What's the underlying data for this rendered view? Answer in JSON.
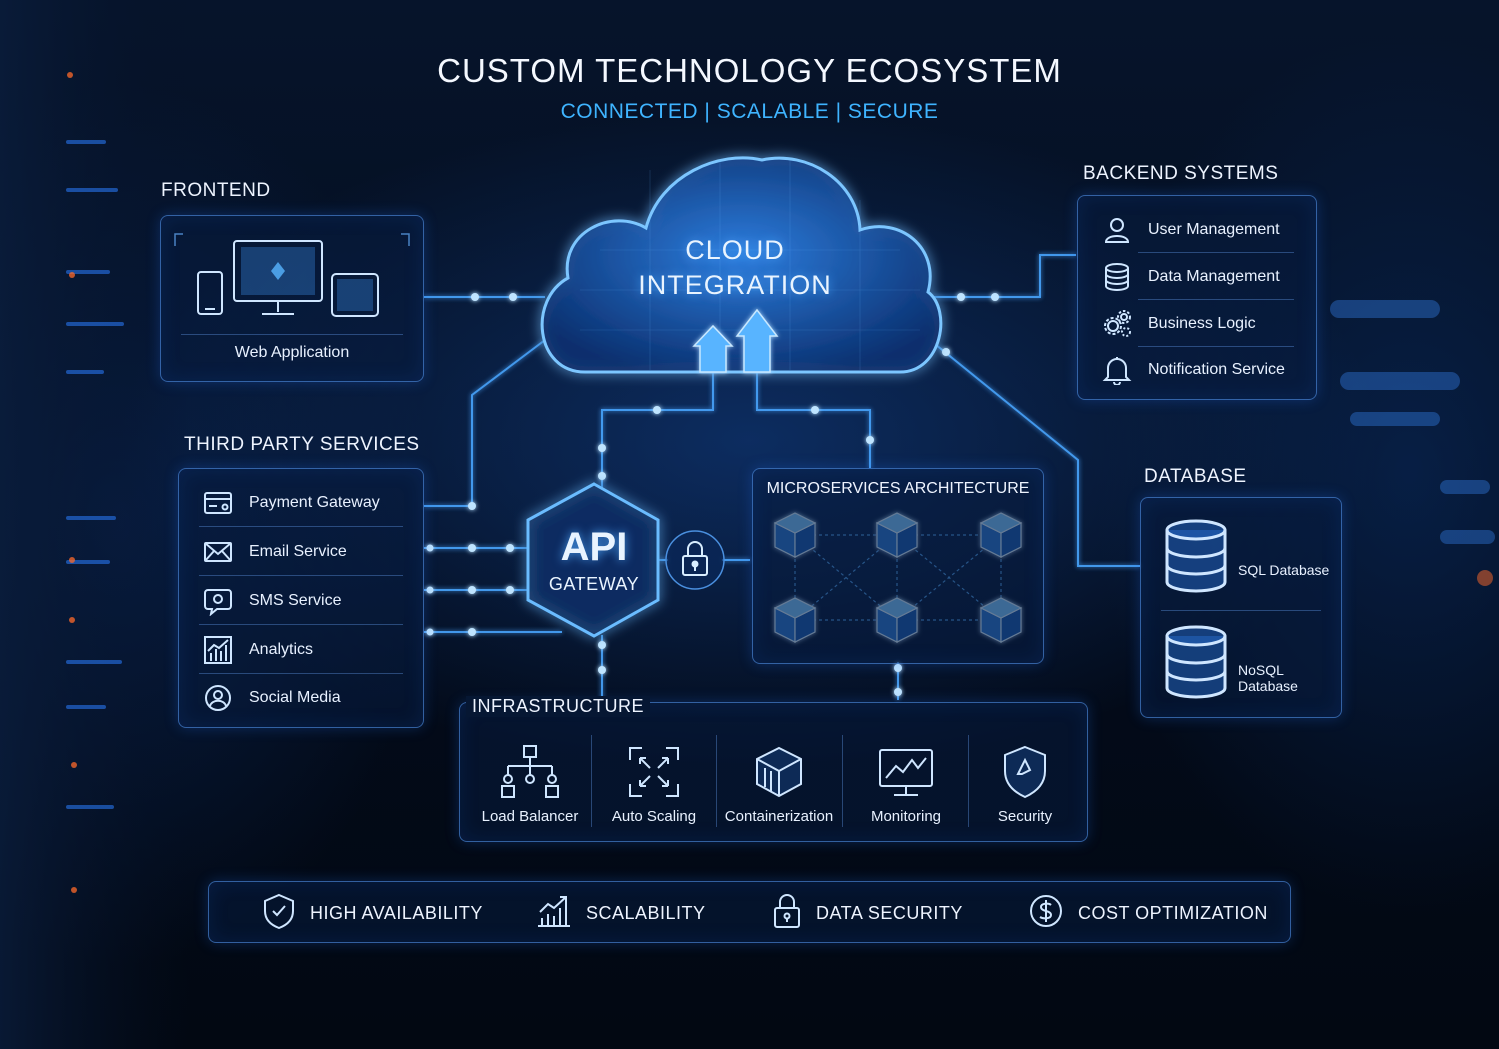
{
  "header": {
    "title": "CUSTOM TECHNOLOGY ECOSYSTEM",
    "subtitle": "CONNECTED | SCALABLE | SECURE"
  },
  "colors": {
    "accent": "#3fb4ff",
    "panel_border": "#5aa0ff",
    "background": "#030a18",
    "node_glow": "#8fd0ff"
  },
  "frontend": {
    "heading": "FRONTEND",
    "label": "Web Application",
    "icons": [
      "phone-icon",
      "monitor-icon",
      "tablet-icon"
    ]
  },
  "cloud": {
    "line1": "CLOUD",
    "line2": "INTEGRATION",
    "icon": "upload-arrows-icon"
  },
  "backend": {
    "heading": "BACKEND SYSTEMS",
    "items": [
      {
        "label": "User Management",
        "icon": "user-icon"
      },
      {
        "label": "Data Management",
        "icon": "database-icon"
      },
      {
        "label": "Business Logic",
        "icon": "gears-icon"
      },
      {
        "label": "Notification Service",
        "icon": "bell-icon"
      }
    ]
  },
  "third_party": {
    "heading": "THIRD PARTY SERVICES",
    "items": [
      {
        "label": "Payment Gateway",
        "icon": "payment-card-icon"
      },
      {
        "label": "Email Service",
        "icon": "envelope-icon"
      },
      {
        "label": "SMS Service",
        "icon": "chat-bubble-icon"
      },
      {
        "label": "Analytics",
        "icon": "bar-chart-icon"
      },
      {
        "label": "Social Media",
        "icon": "social-icon"
      }
    ]
  },
  "api_gateway": {
    "line1": "API",
    "line2": "GATEWAY",
    "icon": "padlock-icon"
  },
  "microservices": {
    "heading": "MICROSERVICES ARCHITECTURE",
    "node_icon": "cube-icon"
  },
  "database": {
    "heading": "DATABASE",
    "items": [
      {
        "label": "SQL Database",
        "icon": "database-stack-icon"
      },
      {
        "label": "NoSQL Database",
        "icon": "database-stack-icon"
      }
    ]
  },
  "infrastructure": {
    "heading": "INFRASTRUCTURE",
    "items": [
      {
        "label": "Load Balancer",
        "icon": "network-tree-icon"
      },
      {
        "label": "Auto Scaling",
        "icon": "expand-arrows-icon"
      },
      {
        "label": "Containerization",
        "icon": "container-box-icon"
      },
      {
        "label": "Monitoring",
        "icon": "monitor-chart-icon"
      },
      {
        "label": "Security",
        "icon": "shield-icon"
      }
    ]
  },
  "features": [
    {
      "label": "HIGH AVAILABILITY",
      "icon": "shield-check-icon"
    },
    {
      "label": "SCALABILITY",
      "icon": "growth-chart-icon"
    },
    {
      "label": "DATA SECURITY",
      "icon": "padlock-icon"
    },
    {
      "label": "COST OPTIMIZATION",
      "icon": "dollar-coin-icon"
    }
  ]
}
